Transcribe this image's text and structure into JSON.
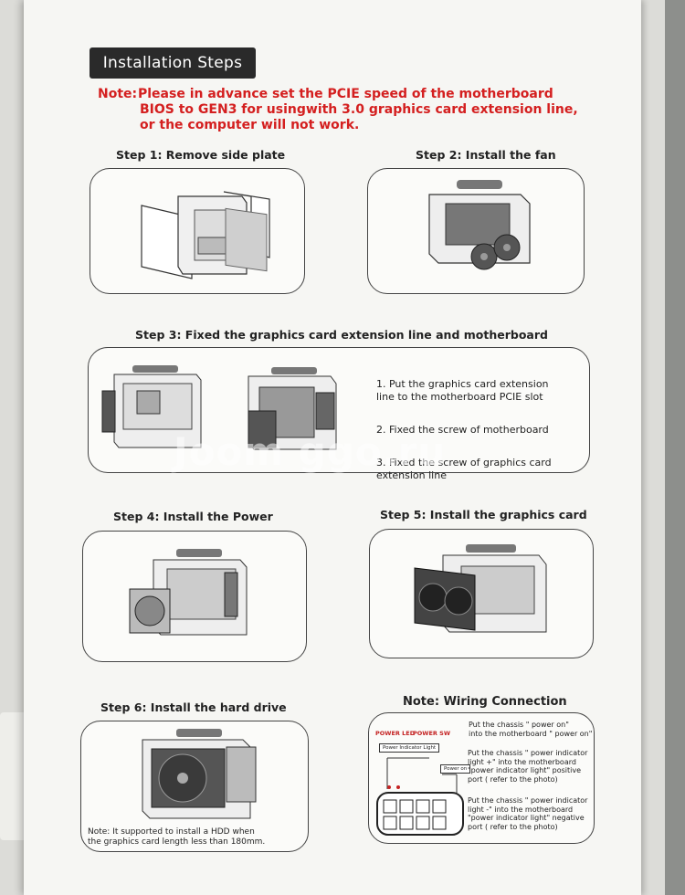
{
  "header": {
    "title": "Installation Steps"
  },
  "note": {
    "label": "Note:",
    "line1": "Please in advance set the PCIE speed of the motherboard",
    "line2": "BIOS to GEN3 for usingwith 3.0 graphics card extension line,",
    "line3": "or the computer will not work."
  },
  "steps": {
    "s1": "Step 1: Remove side plate",
    "s2": "Step 2: Install the fan",
    "s3": "Step 3: Fixed the graphics card extension line and motherboard",
    "s4": "Step 4:  Install the Power",
    "s5": "Step 5: Install the graphics card",
    "s6": "Step 6: Install the hard drive"
  },
  "step3_list": [
    "1. Put the graphics card extension\nline to the motherboard PCIE slot",
    "2. Fixed the screw of motherboard",
    "3. Fixed the screw of graphics card\nextension line"
  ],
  "hdd_note": "Note: It supported to install a HDD when\nthe graphics card length less than 180mm.",
  "wiring": {
    "title": "Note: Wiring Connection",
    "power_led": "POWER LED",
    "power_sw": "POWER SW",
    "indicator_box": "Power Indicator Light",
    "power_on_box": "Power on",
    "text1": "Put the chassis \" power on\"\ninto the motherboard \" power on\"",
    "text2": "Put the chassis \" power indicator\nlight +\" into the motherboard\n\"power indicator light\" positive\nport ( refer to the photo)",
    "text3": "Put the chassis \" power indicator\nlight -\" into the motherboard\n\"power indicator light\" negative\nport ( refer to the photo)"
  },
  "watermark": "Joom ggo.ru"
}
